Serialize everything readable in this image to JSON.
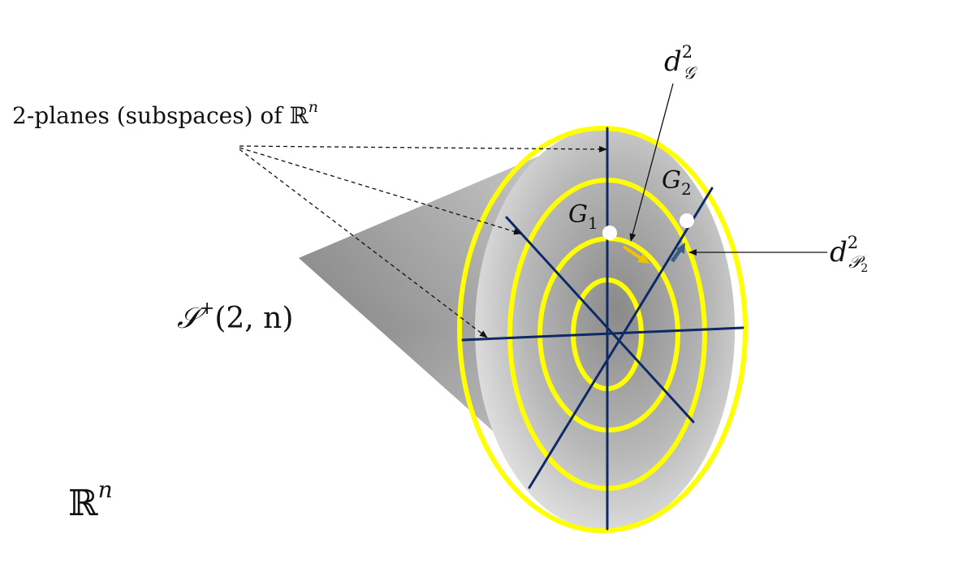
{
  "annotation": {
    "planes_label": "2-planes (subspaces) of ℝ",
    "planes_label_exp": "n"
  },
  "cone": {
    "name_main": "𝒮",
    "name_sup": "+",
    "name_args": "(2, n)"
  },
  "ambient": {
    "symbol": "ℝ",
    "exp": "n"
  },
  "points": {
    "g1": {
      "letter": "G",
      "sub": "1"
    },
    "g2": {
      "letter": "G",
      "sub": "2"
    }
  },
  "distances": {
    "geodesic": {
      "base": "d",
      "sup": "2",
      "sub": "𝒢"
    },
    "euclidean": {
      "base": "d",
      "sup": "2",
      "sub": "𝒫",
      "sub_sub": "2"
    }
  },
  "colors": {
    "cone_light": "#d9d9d9",
    "cone_dark": "#7a7a7a",
    "yellow_ring": "#ffff00",
    "navy_line": "#0e2a66",
    "geodesic_arrow": "#f2c200",
    "euclidean_arrow": "#3a5f80",
    "leader_line": "#111111"
  }
}
